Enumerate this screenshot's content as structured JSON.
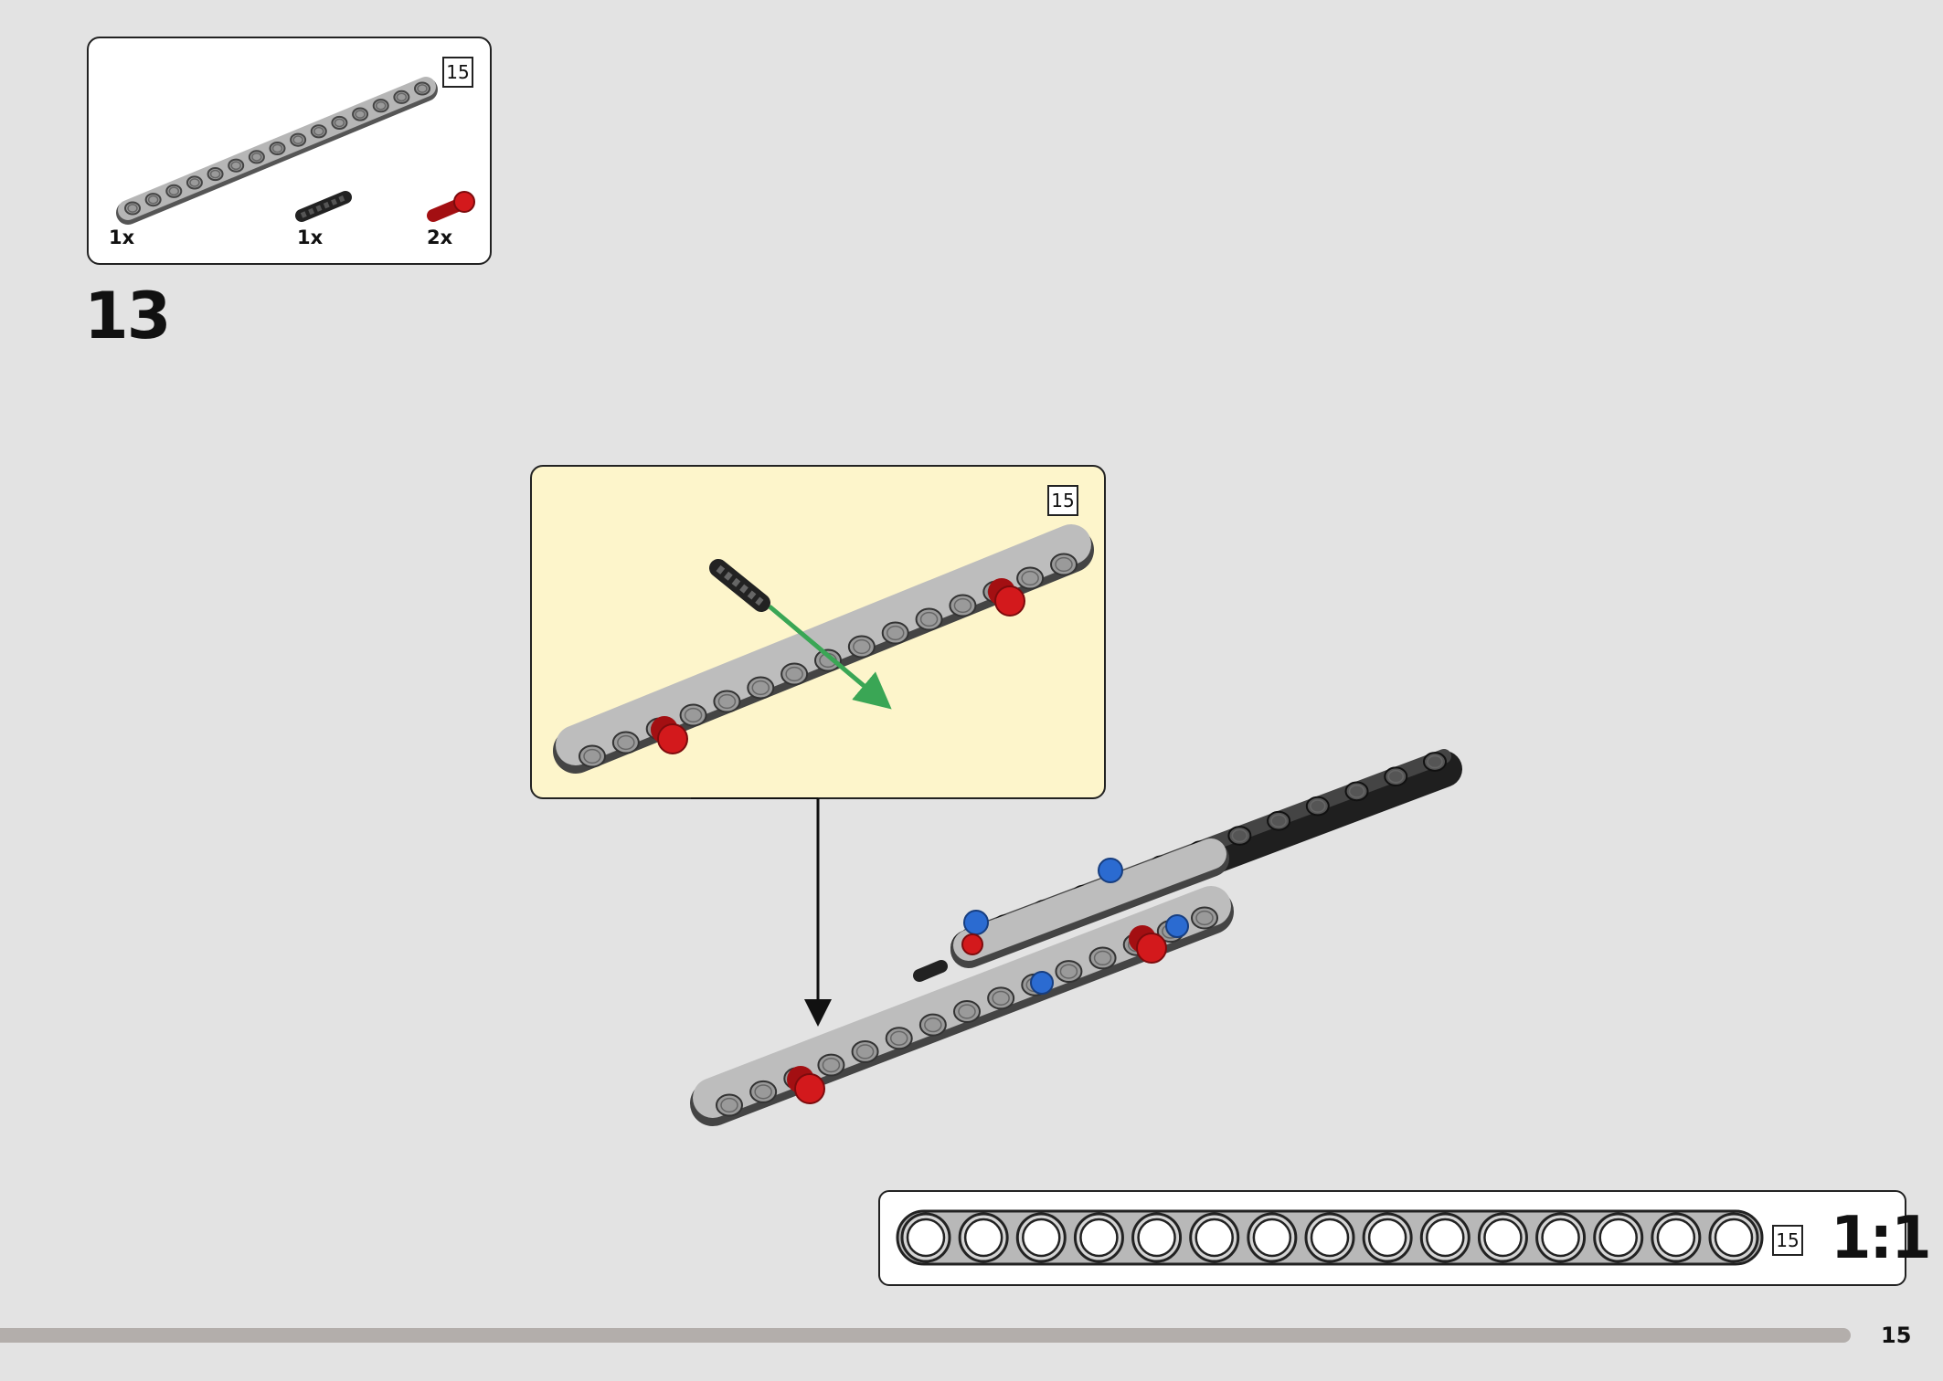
{
  "step": {
    "number": "13"
  },
  "parts_list": {
    "items": [
      {
        "qty": "1x",
        "part": "technic-beam-15",
        "tag": "15",
        "color": "#a9a9a9"
      },
      {
        "qty": "1x",
        "part": "connector-pin",
        "color": "#3a3a3a"
      },
      {
        "qty": "2x",
        "part": "friction-pin",
        "color": "#d3191c"
      }
    ]
  },
  "sub_assembly": {
    "beam_tag": "15",
    "arrow_color": "#3aa655"
  },
  "scale_reference": {
    "length_tag": "15",
    "scale_label": "1:1",
    "holes": 15
  },
  "page": {
    "number": "15"
  },
  "colors": {
    "background": "#e3e3e3",
    "callout_background": "#fdf5cb",
    "beam_gray": "#a9a9a9",
    "beam_dark": "#2f2f2f",
    "pin_red": "#d3191c",
    "pin_blue": "#2b6bd1"
  }
}
